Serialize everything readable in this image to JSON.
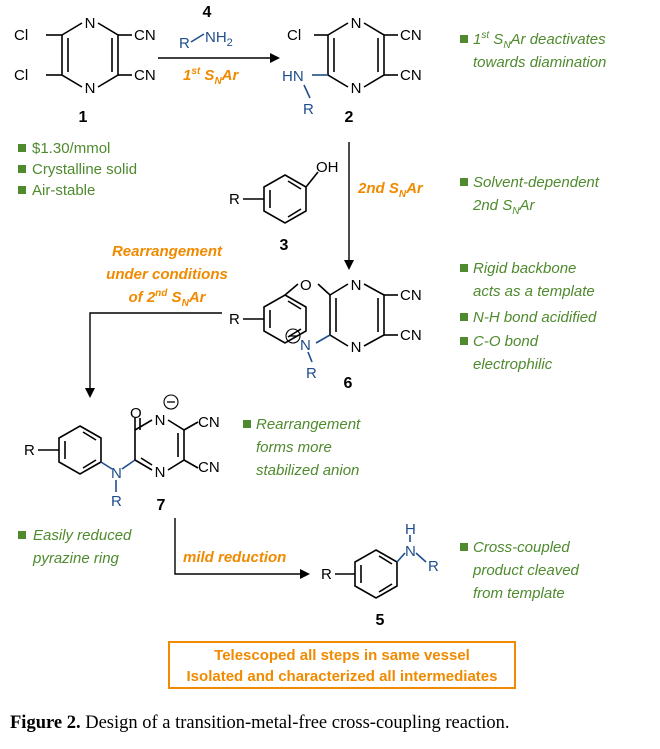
{
  "compounds": {
    "c1": {
      "number": "1",
      "cl_top": "Cl",
      "cl_bottom": "Cl",
      "cn_top": "CN",
      "cn_bottom": "CN",
      "n": "N"
    },
    "c2": {
      "number": "2",
      "cl": "Cl",
      "hn": "HN",
      "r": "R",
      "cn_top": "CN",
      "cn_bottom": "CN",
      "n": "N"
    },
    "c3": {
      "number": "3",
      "r": "R",
      "oh": "OH"
    },
    "c4": {
      "number": "4",
      "r": "R",
      "nh2": "NH",
      "sub2": "2"
    },
    "c6": {
      "number": "6",
      "r": "R",
      "o": "O",
      "n_anion": "N",
      "r_n": "R",
      "cn_top": "CN",
      "cn_bottom": "CN",
      "n": "N"
    },
    "c7": {
      "number": "7",
      "r": "R",
      "o": "O",
      "n_anion": "N",
      "n": "N",
      "n_amine": "N",
      "r_n": "R",
      "cn_top": "CN",
      "cn_bottom": "CN"
    },
    "c5": {
      "number": "5",
      "r": "R",
      "h": "H",
      "n": "N",
      "r_n": "R"
    }
  },
  "steps": {
    "first_snar": {
      "pre": "1",
      "sup": "st",
      "mid": " S",
      "sub": "N",
      "post": "Ar"
    },
    "second_snar": {
      "pre": "2nd S",
      "sub": "N",
      "post": "Ar"
    },
    "rearrangement_line1": "Rearrangement",
    "rearrangement_line2": "under conditions",
    "rearrangement_line3_pre": "of 2",
    "rearrangement_line3_sup": "nd",
    "rearrangement_line3_mid": " S",
    "rearrangement_line3_sub": "N",
    "rearrangement_line3_post": "Ar",
    "mild_reduction": "mild reduction"
  },
  "notes": {
    "n1_line1_pre": "1",
    "n1_line1_sup": "st",
    "n1_line1_mid": " S",
    "n1_line1_sub": "N",
    "n1_line1_post": "Ar deactivates",
    "n1_line2": "towards diamination",
    "props": [
      "$1.30/mmol",
      "Crystalline solid",
      "Air-stable"
    ],
    "solvent_line1": "Solvent-dependent",
    "solvent_line2_pre": "2nd S",
    "solvent_line2_sub": "N",
    "solvent_line2_post": "Ar",
    "rigid_line1": "Rigid backbone",
    "rigid_line2": "acts as a template",
    "nh_acidified": "N-H bond acidified",
    "co_line1": "C-O bond",
    "co_line2": "electrophilic",
    "rearr_line1": "Rearrangement",
    "rearr_line2": "forms more",
    "rearr_line3": "stabilized anion",
    "reduced_line1": "Easily reduced",
    "reduced_line2": "pyrazine ring",
    "cross_line1": "Cross-coupled",
    "cross_line2": "product cleaved",
    "cross_line3": "from template"
  },
  "summary": {
    "line1": "Telescoped all steps in same vessel",
    "line2": "Isolated and characterized all intermediates"
  },
  "caption": {
    "label": "Figure 2.",
    "text": " Design of a transition-metal-free cross-coupling reaction."
  },
  "colors": {
    "nitrogen_blue": "#1f4e8c",
    "step_orange": "#f08a00",
    "note_green": "#4f8a2e"
  }
}
